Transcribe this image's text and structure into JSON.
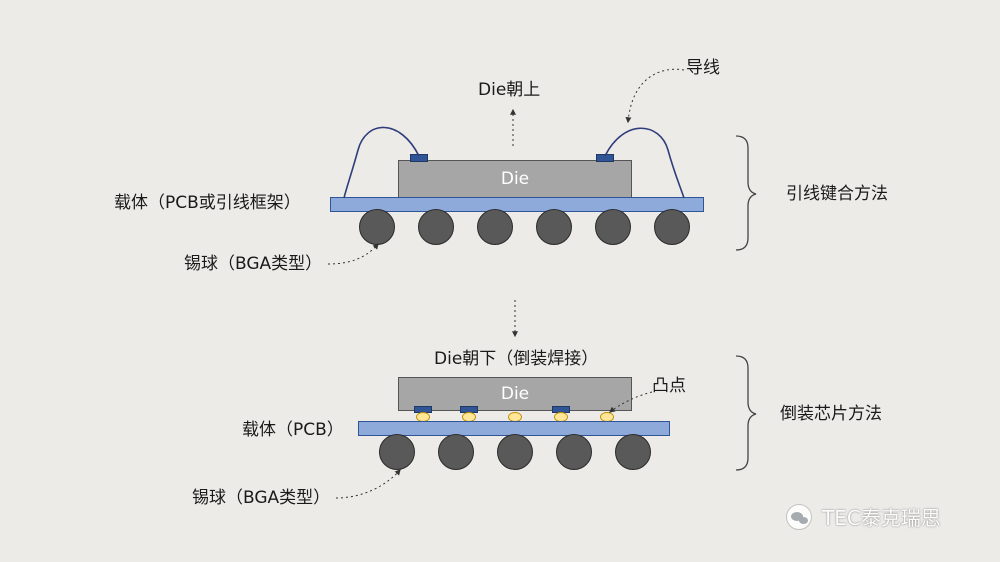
{
  "wire_bond": {
    "die_label": "Die",
    "direction_label": "Die朝上",
    "wire_label": "导线",
    "carrier_label": "载体（PCB或引线框架）",
    "ball_label": "锡球（BGA类型）",
    "method_label": "引线键合方法"
  },
  "flip_chip": {
    "die_label": "Die",
    "direction_label": "Die朝下（倒装焊接）",
    "bump_label": "凸点",
    "carrier_label": "载体（PCB）",
    "ball_label": "锡球（BGA类型）",
    "method_label": "倒装芯片方法"
  },
  "watermark": {
    "text": "TEC泰克瑞思",
    "icon": "wechat-icon"
  },
  "colors": {
    "background": "#edebe8",
    "die_fill": "#a6a6a6",
    "carrier_fill": "#8eaadb",
    "pad_fill": "#2f5597",
    "ball_fill": "#595959",
    "bump_fill": "#ffe699",
    "wire": "#2f3e7a"
  }
}
